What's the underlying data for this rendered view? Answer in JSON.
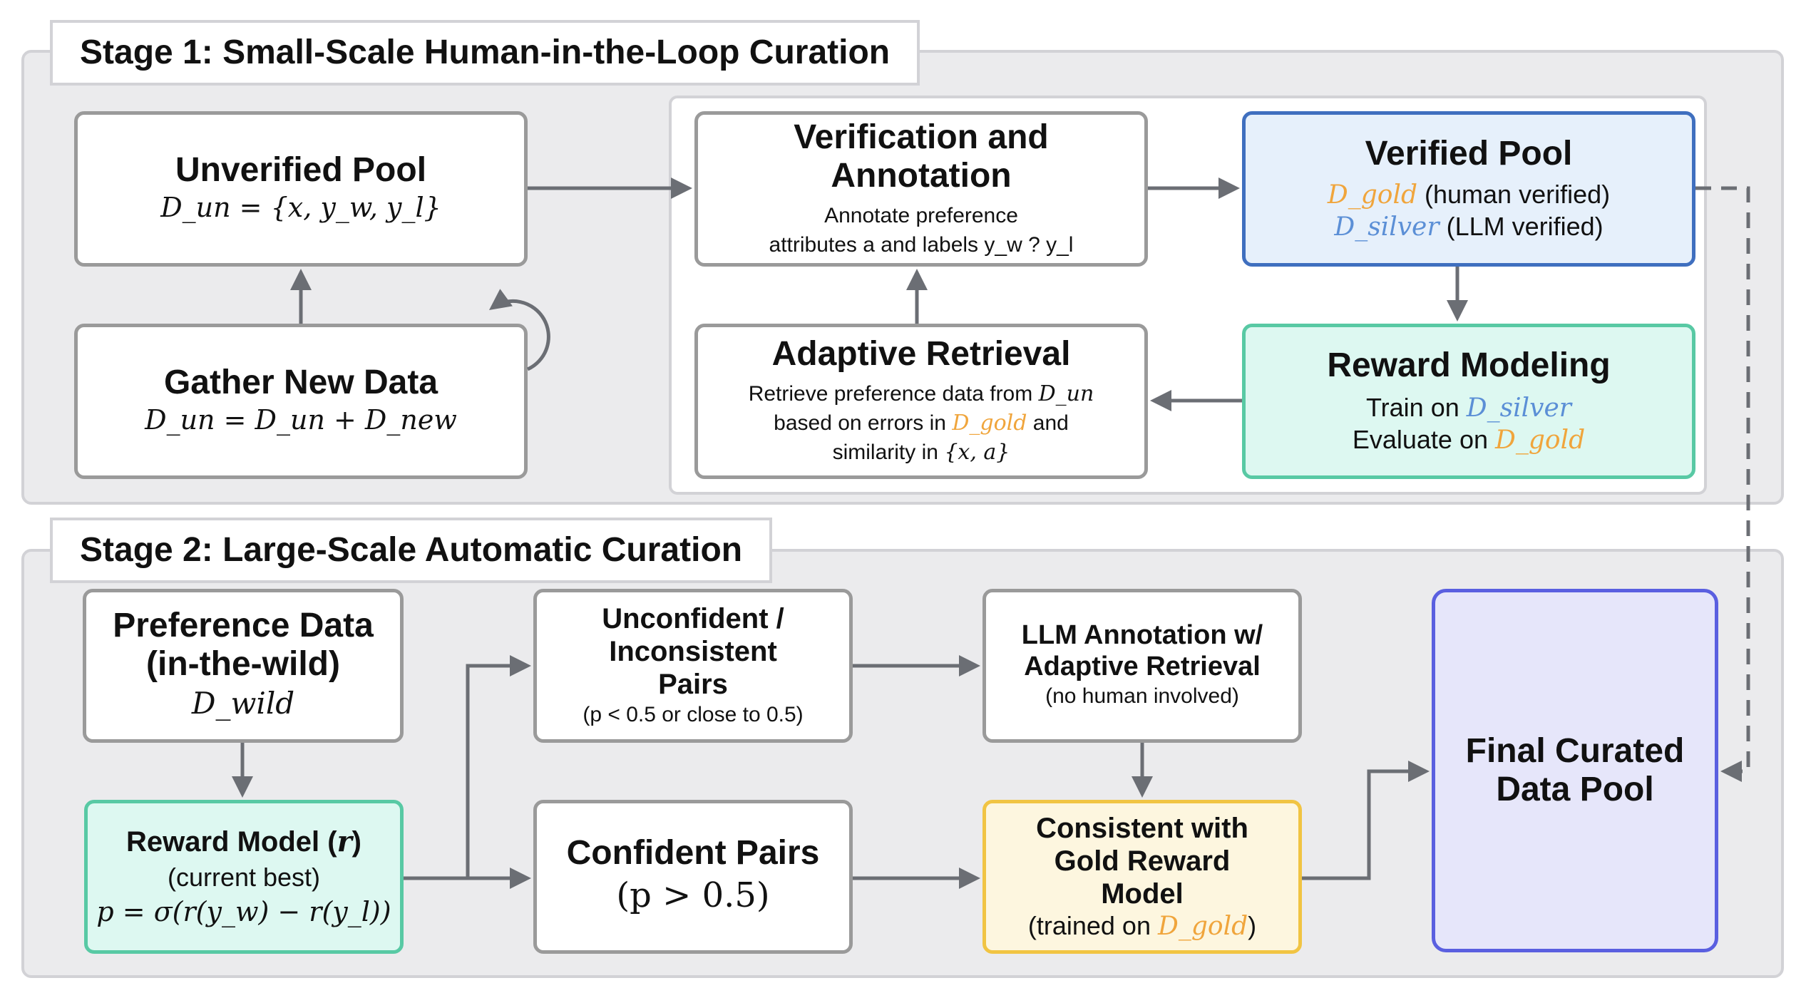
{
  "colors": {
    "gold": "#f0a53c",
    "silver": "#5b8fd6",
    "verified_border": "#3f6fbf",
    "reward_border": "#58c9a4",
    "consistent_border": "#f1c443",
    "final_border": "#5a5fe0",
    "arrow": "#6b6e74"
  },
  "stage1": {
    "title": "Stage 1: Small-Scale Human-in-the-Loop Curation",
    "unverified": {
      "title": "Unverified Pool",
      "formula": "D_un = {x, y_w, y_l}"
    },
    "gather": {
      "title": "Gather New Data",
      "formula": "D_un = D_un + D_new",
      "loop_icon": "circular-arrow-icon"
    },
    "verification": {
      "title_line1": "Verification and",
      "title_line2": "Annotation",
      "desc_line1": "Annotate preference",
      "desc_line2": "attributes a and labels y_w ? y_l"
    },
    "verified": {
      "title": "Verified Pool",
      "gold_symbol": "D_gold",
      "gold_text": "(human verified)",
      "silver_symbol": "D_silver",
      "silver_text": "(LLM verified)"
    },
    "reward": {
      "title": "Reward Modeling",
      "train_text": "Train on",
      "train_symbol": "D_silver",
      "eval_text": "Evaluate on",
      "eval_symbol": "D_gold"
    },
    "adaptive": {
      "title": "Adaptive Retrieval",
      "line1": "Retrieve preference data from",
      "line1_symbol": "D_un",
      "line2_pre": "based on errors in",
      "line2_symbol": "D_gold",
      "line2_post": "and",
      "line3_pre": "similarity in",
      "line3_symbol": "{x, a}"
    }
  },
  "stage2": {
    "title": "Stage 2: Large-Scale Automatic Curation",
    "preference": {
      "title_line1": "Preference Data",
      "title_line2": "(in-the-wild)",
      "formula": "D_wild"
    },
    "reward_model": {
      "title_pre": "Reward Model (",
      "title_symbol": "r",
      "title_post": ")",
      "subtitle": "(current best)",
      "formula": "p = σ(r(y_w) − r(y_l))"
    },
    "unconfident": {
      "title_line1": "Unconfident /",
      "title_line2": "Inconsistent",
      "title_line3": "Pairs",
      "note": "(p < 0.5 or close to 0.5)"
    },
    "confident": {
      "title": "Confident Pairs",
      "formula": "(p > 0.5)"
    },
    "llm": {
      "title_line1": "LLM Annotation w/",
      "title_line2": "Adaptive Retrieval",
      "note": "(no human involved)"
    },
    "consistent": {
      "title_line1": "Consistent with",
      "title_line2": "Gold Reward",
      "title_line3": "Model",
      "note_pre": "(trained on",
      "note_symbol": "D_gold",
      "note_post": ")"
    },
    "final": {
      "title_line1": "Final Curated",
      "title_line2": "Data Pool"
    }
  }
}
